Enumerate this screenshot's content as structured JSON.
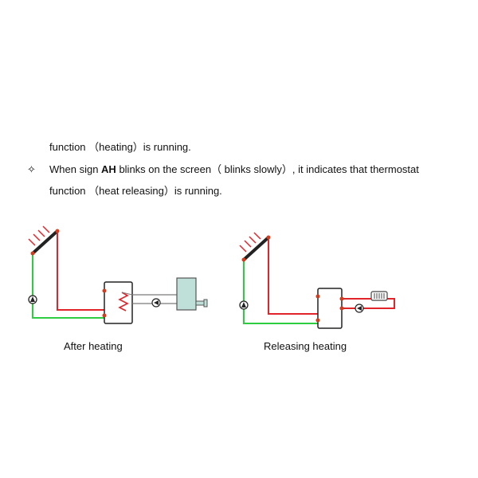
{
  "text": {
    "line1": "function （heating）is running.",
    "line2_bullet": "✧",
    "line2_a": "When sign ",
    "line2_bold": "AH",
    "line2_b": " blinks on the screen（ blinks slowly）, it indicates that thermostat",
    "line3": "function （heat releasing）is running."
  },
  "captions": {
    "left": "After heating",
    "right": "Releasing heating"
  },
  "colors": {
    "hot_pipe": "#e0242a",
    "cold_pipe": "#2ecc40",
    "return_pipe": "#7a7a7a",
    "tank_fill": "#ffffff",
    "boiler_fill": "#bfe0d8"
  }
}
